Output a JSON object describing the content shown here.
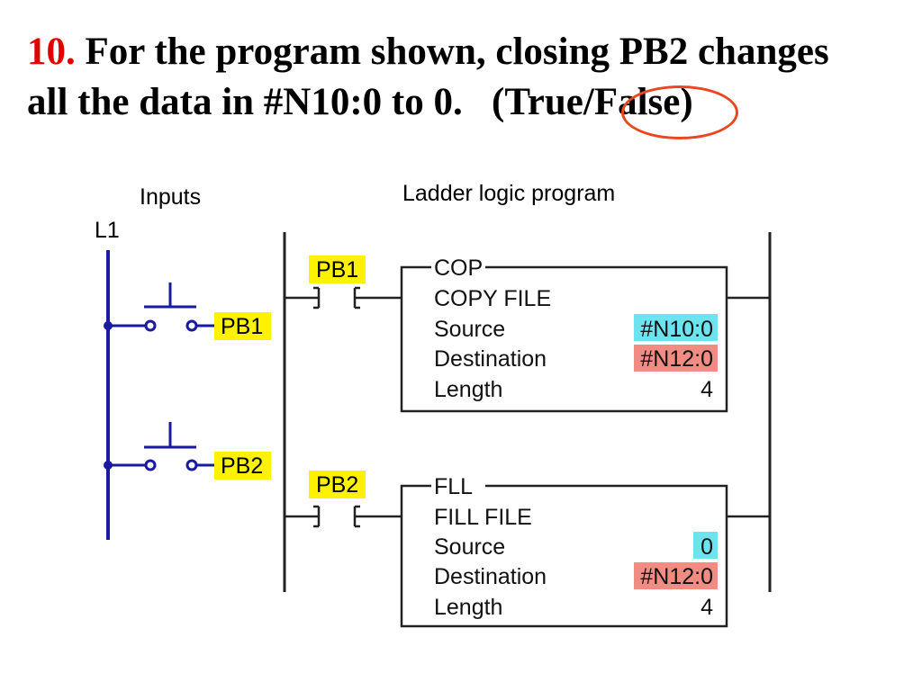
{
  "question": {
    "number": "10.",
    "line1": " For the program shown, closing PB2 changes",
    "line2": "all the data in #N10:0 to 0.   (True/False)"
  },
  "colors": {
    "question_number": "#e00000",
    "answer_circle": "#e8471f",
    "input_wiring": "#1a1aa0",
    "tag_highlight": "#fff200",
    "source_highlight": "#6ee3f0",
    "destination_highlight": "#f08c82"
  },
  "diagram": {
    "inputs_title": "Inputs",
    "program_title": "Ladder logic program",
    "rail_label": "L1",
    "inputs": [
      {
        "tag": "PB1",
        "icon": "normally-open-pushbutton"
      },
      {
        "tag": "PB2",
        "icon": "normally-open-pushbutton"
      }
    ],
    "rungs": [
      {
        "contact_tag": "PB1",
        "contact_icon": "examine-if-closed-contact",
        "block": {
          "mnemonic": "COP",
          "title": "COPY FILE",
          "source_label": "Source",
          "source_value": "#N10:0",
          "destination_label": "Destination",
          "destination_value": "#N12:0",
          "length_label": "Length",
          "length_value": "4"
        }
      },
      {
        "contact_tag": "PB2",
        "contact_icon": "examine-if-closed-contact",
        "block": {
          "mnemonic": "FLL",
          "title": "FILL FILE",
          "source_label": "Source",
          "source_value": "0",
          "destination_label": "Destination",
          "destination_value": "#N12:0",
          "length_label": "Length",
          "length_value": "4"
        }
      }
    ]
  }
}
